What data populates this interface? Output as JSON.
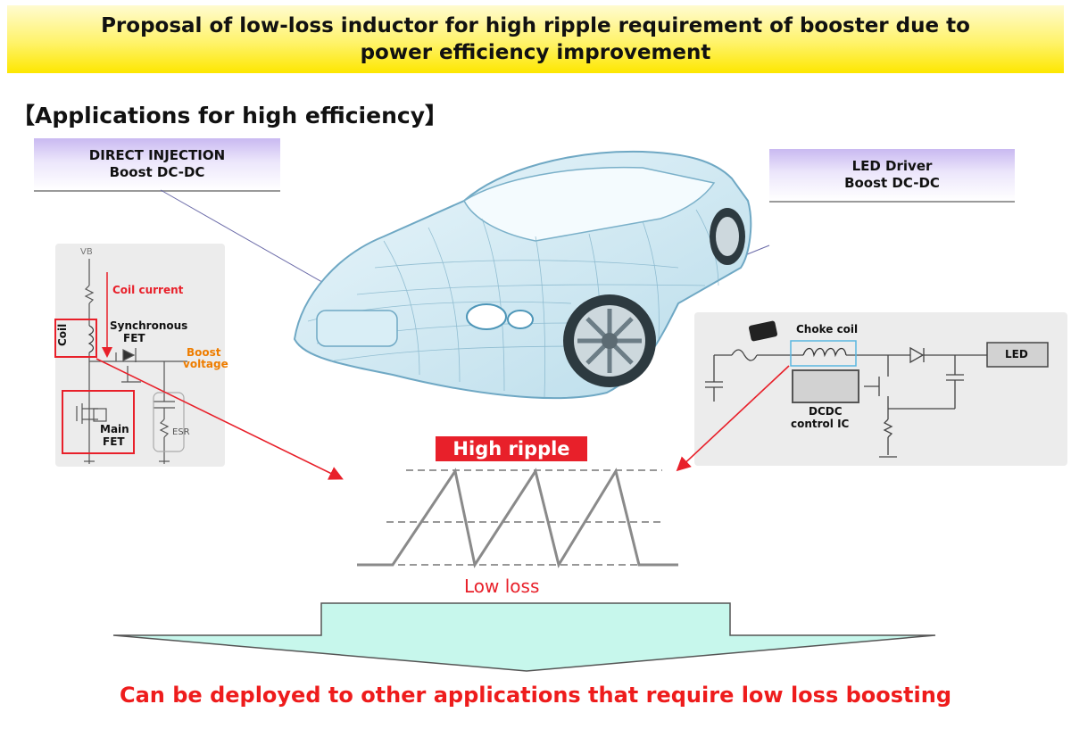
{
  "title": {
    "line1": "Proposal of low-loss inductor for high ripple requirement of booster due to",
    "line2": "power efficiency improvement"
  },
  "section_heading": "【Applications for high efficiency】",
  "left_application": {
    "line1": "DIRECT INJECTION",
    "line2": "Boost DC-DC"
  },
  "right_application": {
    "line1": "LED Driver",
    "line2": "Boost DC-DC"
  },
  "left_schematic": {
    "vb": "VB",
    "coil_current": "Coil current",
    "coil": "Coil",
    "synchronous_fet": [
      "Synchronous",
      "FET"
    ],
    "boost_voltage": [
      "Boost",
      "voltage"
    ],
    "main_fet": [
      "Main",
      "FET"
    ],
    "esr": "ESR"
  },
  "right_schematic": {
    "choke_coil": "Choke coil",
    "led": "LED",
    "dcdc_control_ic": [
      "DCDC",
      "control IC"
    ]
  },
  "waveform": {
    "high_ripple": "High ripple",
    "low_loss": "Low loss"
  },
  "conclusion": "Can be deployed to other applications that require low loss boosting",
  "colors": {
    "accent_red": "#e8202a",
    "conclusion_red": "#ee1c1c",
    "boost_orange": "#ee7d00",
    "arrow_fill": "#c7f7ec",
    "title_yellow": "#fff36a"
  }
}
